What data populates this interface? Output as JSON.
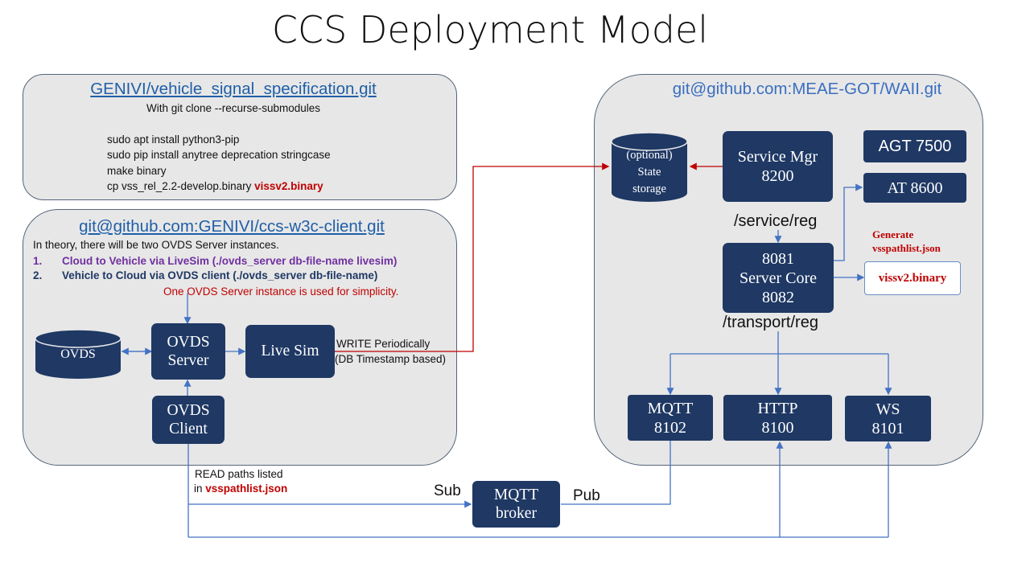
{
  "title": "CCS Deployment Model",
  "vss_panel": {
    "repo": "GENIVI/vehicle_signal_specification.git",
    "clone_note": "With git clone --recurse-submodules",
    "commands": [
      "sudo apt install python3-pip",
      "sudo pip install anytree deprecation stringcase",
      "make binary"
    ],
    "cp_prefix": "cp vss_rel_2.2-develop.binary ",
    "cp_target": "vissv2.binary"
  },
  "client_panel": {
    "repo": "git@github.com:GENIVI/ccs-w3c-client.git",
    "theory": "In theory, there will be two OVDS Server instances.",
    "item1_num": "1.",
    "item1": "Cloud to Vehicle via LiveSim  (./ovds_server db-file-name livesim)",
    "item2_num": "2.",
    "item2": "Vehicle to Cloud via OVDS client (./ovds_server db-file-name)",
    "simplicity": "One OVDS Server instance is used for simplicity.",
    "ovds_db": "OVDS",
    "ovds_server": "OVDS\nServer",
    "live_sim": "Live Sim",
    "ovds_client": "OVDS\nClient",
    "write_line1": "WRITE  Periodically",
    "write_line2": "(DB Timestamp based)"
  },
  "waii_panel": {
    "repo": "git@github.com:MEAE-GOT/WAII.git",
    "state_storage": "(optional)\nState\nstorage",
    "service_mgr": "Service Mgr\n8200",
    "agt": "AGT 7500",
    "at": "AT 8600",
    "service_reg": "/service/reg",
    "generate": "Generate\nvsspathlist.json",
    "server_core": "8081\nServer Core\n8082",
    "vissv2": "vissv2.binary",
    "transport_reg": "/transport/reg",
    "mqtt": "MQTT\n8102",
    "http": "HTTP\n8100",
    "ws": "WS\n8101"
  },
  "bottom": {
    "read_line1": "READ paths listed",
    "read_prefix": "in ",
    "read_file": "vsspathlist.json",
    "sub": "Sub",
    "pub": "Pub",
    "broker": "MQTT\nbroker"
  },
  "colors": {
    "box": "#1f3864",
    "panel": "#e7e7e7",
    "connector": "#4472c4",
    "write_connector": "#c00000",
    "link": "#1f5fa8"
  }
}
